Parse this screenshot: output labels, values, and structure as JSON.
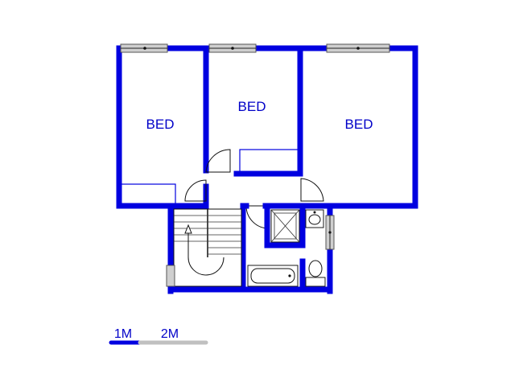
{
  "rooms": [
    {
      "id": "bed-1",
      "label": "BED"
    },
    {
      "id": "bed-2",
      "label": "BED"
    },
    {
      "id": "bed-3",
      "label": "BED"
    }
  ],
  "scale_bar": {
    "labels": [
      "1M",
      "2M"
    ],
    "colors": {
      "first": "#0000e0",
      "second": "#c0c0c0"
    }
  },
  "colors": {
    "wall": "#0000e0",
    "text": "#0000c8"
  }
}
